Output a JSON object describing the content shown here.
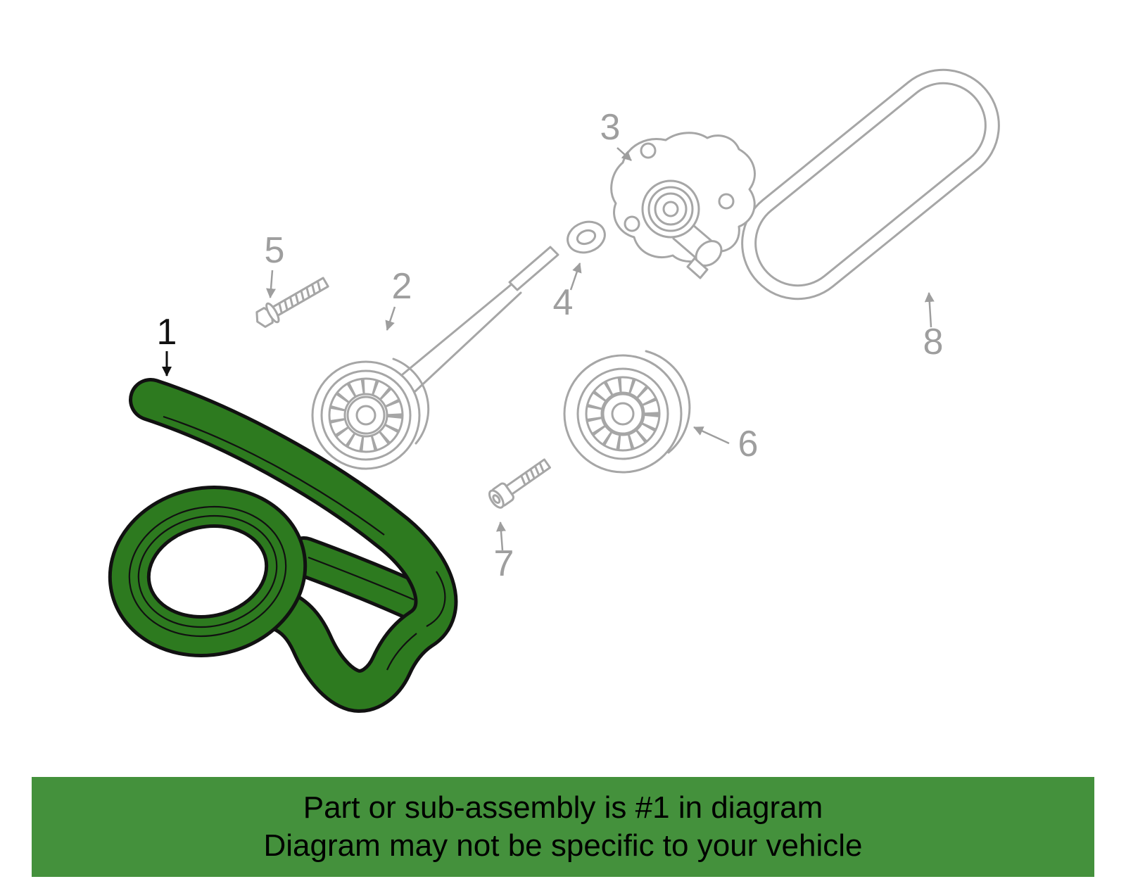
{
  "diagram": {
    "labels": [
      "1",
      "2",
      "3",
      "4",
      "5",
      "6",
      "7",
      "8"
    ]
  },
  "banner": {
    "line1": "Part or sub-assembly is #1 in diagram",
    "line2": "Diagram may not be specific to your vehicle"
  },
  "colors": {
    "highlight_green": "#2d7a1f",
    "banner_green": "#44913c",
    "line_gray": "#a6a6a6",
    "label_gray": "#9e9e9e",
    "diagram_black": "#111111",
    "banner_text": "#000000",
    "background": "#ffffff"
  }
}
